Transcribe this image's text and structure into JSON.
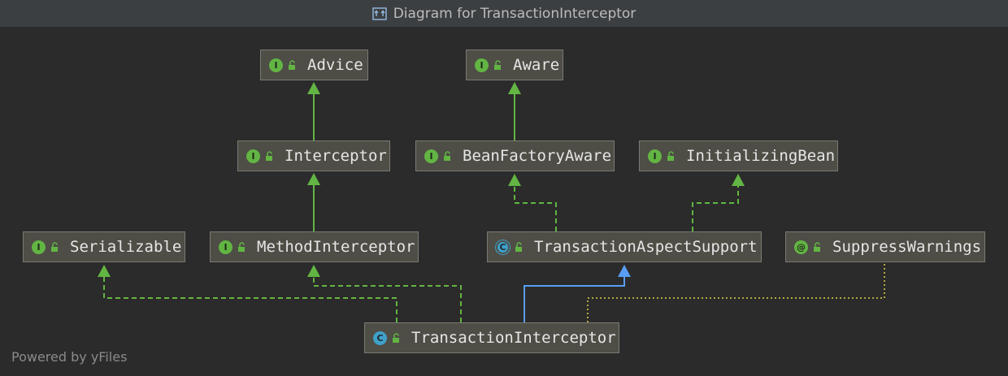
{
  "window": {
    "title": "Diagram for TransactionInterceptor"
  },
  "nodes": {
    "advice": {
      "label": "Advice",
      "badge": "I",
      "kind": "interface"
    },
    "aware": {
      "label": "Aware",
      "badge": "I",
      "kind": "interface"
    },
    "interceptor": {
      "label": "Interceptor",
      "badge": "I",
      "kind": "interface"
    },
    "bean_factory_aware": {
      "label": "BeanFactoryAware",
      "badge": "I",
      "kind": "interface"
    },
    "initializing_bean": {
      "label": "InitializingBean",
      "badge": "I",
      "kind": "interface"
    },
    "serializable": {
      "label": "Serializable",
      "badge": "I",
      "kind": "interface"
    },
    "method_interceptor": {
      "label": "MethodInterceptor",
      "badge": "I",
      "kind": "interface"
    },
    "transaction_aspect_support": {
      "label": "TransactionAspectSupport",
      "badge": "C",
      "kind": "abstract-class"
    },
    "suppress_warnings": {
      "label": "SuppressWarnings",
      "badge": "@",
      "kind": "annotation"
    },
    "transaction_interceptor": {
      "label": "TransactionInterceptor",
      "badge": "C",
      "kind": "class"
    }
  },
  "footer": {
    "text": "Powered by yFiles"
  },
  "colors": {
    "background": "#2b2b2b",
    "node_fill": "#4e4d46",
    "interface_badge": "#62b543",
    "class_badge": "#40a0c8",
    "extends_edge": "#62b543",
    "implements_edge": "#62b543",
    "class_extends_edge": "#589df6",
    "annotation_edge": "#b5a442"
  }
}
